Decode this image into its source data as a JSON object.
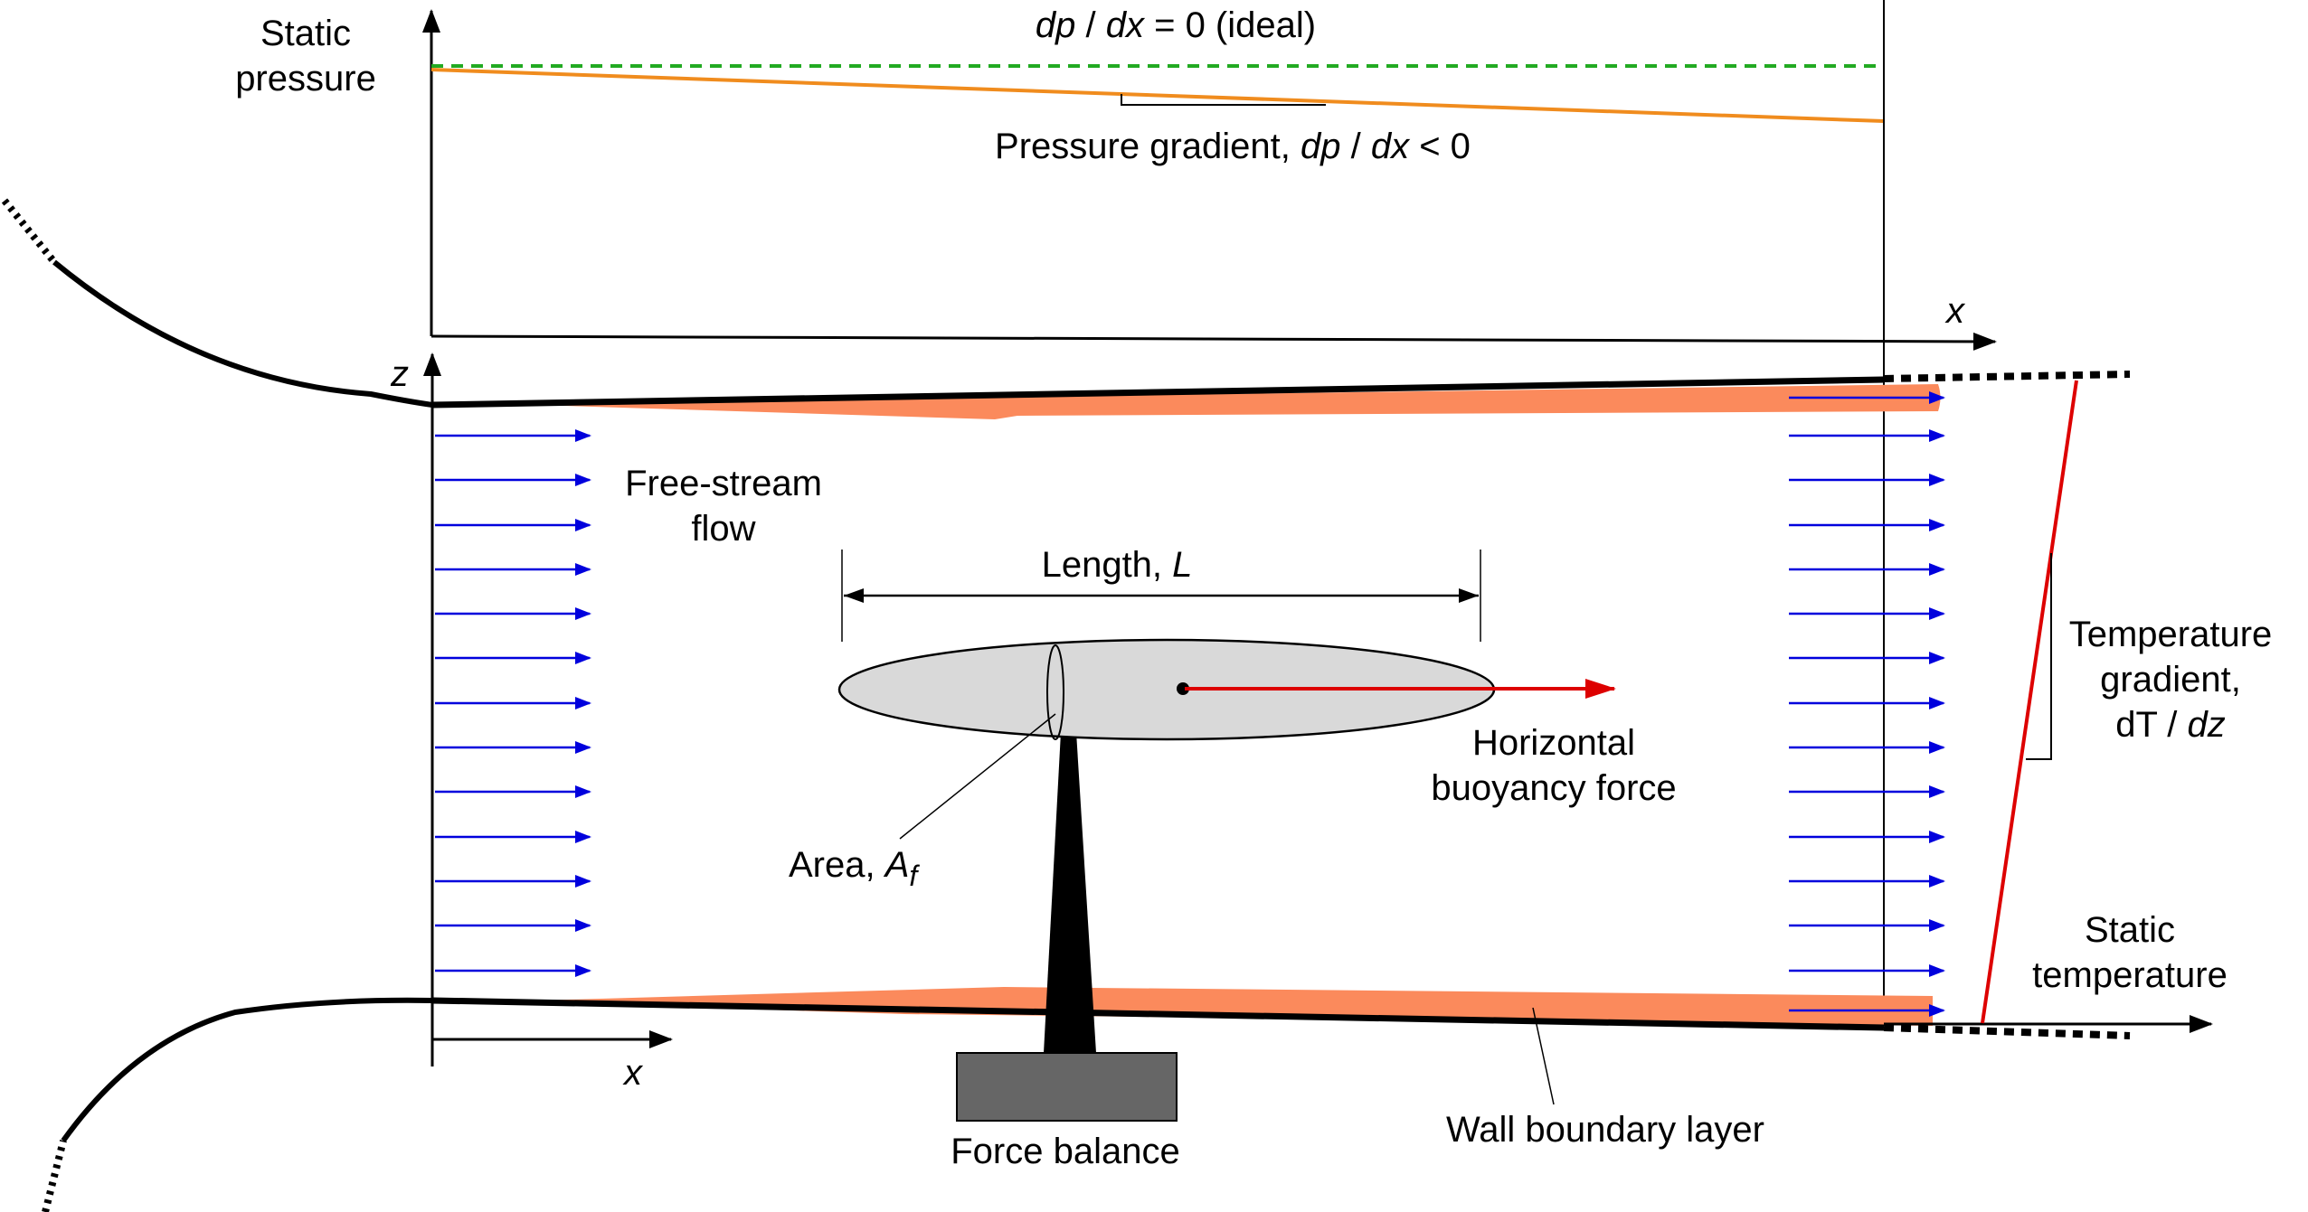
{
  "pressure_plot": {
    "ylabel_line1": "Static",
    "ylabel_line2": "pressure",
    "xlabel": "x",
    "ideal_dp": "dp",
    "ideal_slash": " / ",
    "ideal_dx": "dx",
    "ideal_rest": " = 0 (ideal)",
    "gradient_prefix": "Pressure gradient, ",
    "gradient_dp": "dp",
    "gradient_slash": " / ",
    "gradient_dx": "dx",
    "gradient_rest": " < 0",
    "colors": {
      "ideal_line": "#22aa22",
      "actual_line": "#f08c1e"
    }
  },
  "tunnel": {
    "z_axis_label": "z",
    "x_axis_label": "x",
    "freestream_line1": "Free-stream",
    "freestream_line2": "flow",
    "length_prefix": "Length, ",
    "length_symbol": "L",
    "area_prefix": "Area, ",
    "area_symbol": "A",
    "area_subscript": "f",
    "buoyancy_line1": "Horizontal",
    "buoyancy_line2": "buoyancy force",
    "force_balance": "Force balance",
    "boundary_layer": "Wall boundary layer",
    "colors": {
      "flow_arrows": "#0000dd",
      "boundary_layer": "#fb8a5c",
      "force_arrow": "#dd0000",
      "model_fill": "#d9d9d9",
      "balance_fill": "#666666"
    }
  },
  "temperature_plot": {
    "gradient_line1": "Temperature",
    "gradient_line2": "gradient,",
    "gradient_line3_prefix": "dT / ",
    "gradient_line3_var": "dz",
    "axis_line1": "Static",
    "axis_line2": "temperature",
    "colors": {
      "profile_line": "#dd0000"
    }
  }
}
